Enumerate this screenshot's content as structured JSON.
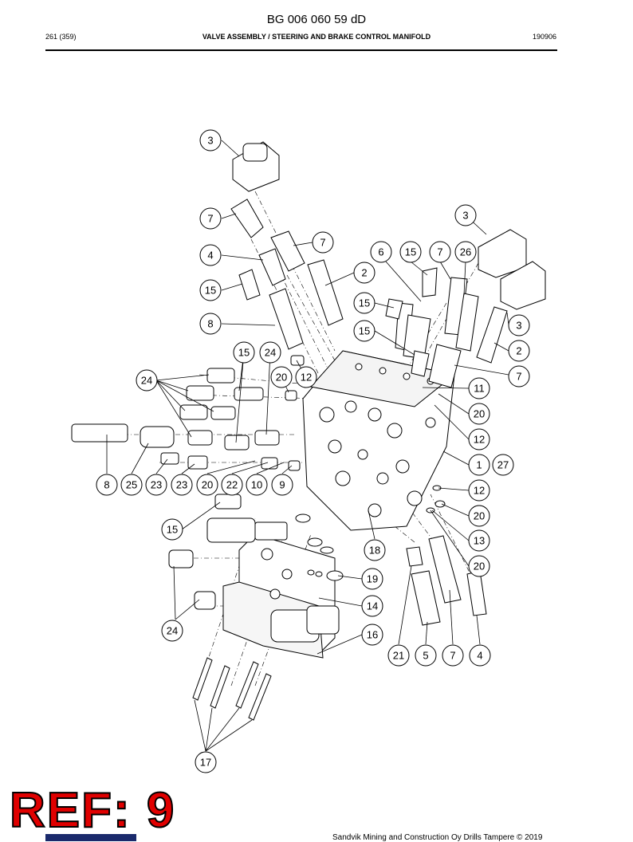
{
  "header": {
    "doc_id": "BG 006 060 59 dD",
    "page": "261 (359)",
    "title": "VALVE ASSEMBLY / STEERING AND BRAKE CONTROL MANIFOLD",
    "date": "190906"
  },
  "ref_label": "REF: 9",
  "footer": {
    "copyright": "Sandvik Mining and Construction Oy Drills Tampere © 2019"
  },
  "callouts": [
    "3",
    "7",
    "7",
    "4",
    "2",
    "15",
    "8",
    "3",
    "6",
    "15",
    "7",
    "26",
    "15",
    "3",
    "15",
    "2",
    "7",
    "15",
    "24",
    "20",
    "12",
    "24",
    "11",
    "20",
    "12",
    "1",
    "27",
    "8",
    "25",
    "23",
    "23",
    "20",
    "22",
    "10",
    "9",
    "12",
    "20",
    "15",
    "13",
    "20",
    "18",
    "19",
    "14",
    "24",
    "16",
    "21",
    "5",
    "7",
    "4",
    "17"
  ]
}
